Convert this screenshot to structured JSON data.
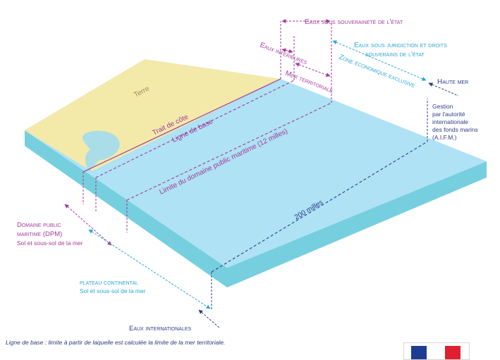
{
  "colors": {
    "land": "#f3eaaa",
    "sea_top": "#aee2f4",
    "sea_side": "#76cfdf",
    "lagoon": "#aadde8",
    "purple": "#a23a9a",
    "blue": "#27a7d6",
    "navy": "#2f3d8b",
    "land_text": "#9e8a5a"
  },
  "labels": {
    "terre": "Terre",
    "trait_de_cote": "Trait de côte",
    "ligne_de_base": "Ligne de base",
    "limite_dpm": "Limite du domaine public maritime (12 milles)",
    "deux_cents_milles": "200 milles",
    "eaux_interieures": "Eaux intérieures",
    "mer_territoriale": "Mer territoriale",
    "zee": "Zone économique exclusive",
    "eaux_souverainete": "Eaux sous souveraineté de l'état",
    "eaux_juridiction_l1": "Eaux sous juridiction et droits",
    "eaux_juridiction_l2": "souverains de l'état",
    "haute_mer": "Haute mer",
    "gestion": [
      "Gestion",
      "par l'autorité",
      "internationale",
      "des fonds marins",
      "(A.I.F.M.)"
    ],
    "dpm_title_l1": "Domaine public",
    "dpm_title_l2": "maritime (DPM)",
    "dpm_sub": "Sol et sous-sol de la mer",
    "plateau_title": "plateau continental",
    "plateau_sub": "Sol et sous-sol de la mer",
    "eaux_internationales": "Eaux internationales"
  },
  "footnote": "Ligne de base : limite à partir de laquelle est calculée la limite de la mer territoriale."
}
